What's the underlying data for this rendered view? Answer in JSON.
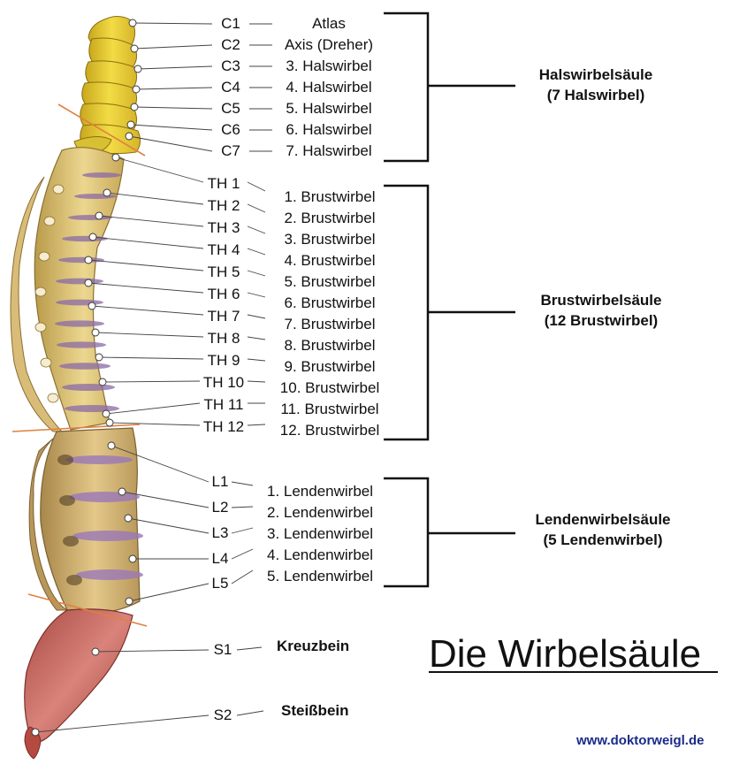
{
  "title": "Die Wirbelsäule",
  "website": "www.doktorweigl.de",
  "colors": {
    "cervical": "#e9d23a",
    "thoracic": "#e2c56a",
    "lumbar": "#d7b870",
    "sacrum": "#c25d56",
    "disc": "#b59ac8",
    "guide_line": "#e08040",
    "url": "#1a2a8a"
  },
  "cervical": {
    "group_name": "Halswirbelsäule",
    "group_count": "(7 Halswirbel)",
    "items": [
      {
        "code": "C1",
        "name": "Atlas"
      },
      {
        "code": "C2",
        "name": "Axis (Dreher)"
      },
      {
        "code": "C3",
        "name": "3. Halswirbel"
      },
      {
        "code": "C4",
        "name": "4. Halswirbel"
      },
      {
        "code": "C5",
        "name": "5. Halswirbel"
      },
      {
        "code": "C6",
        "name": "6. Halswirbel"
      },
      {
        "code": "C7",
        "name": "7. Halswirbel"
      }
    ]
  },
  "thoracic": {
    "group_name": "Brustwirbelsäule",
    "group_count": "(12 Brustwirbel)",
    "items": [
      {
        "code": "TH 1",
        "name": "1. Brustwirbel"
      },
      {
        "code": "TH 2",
        "name": "2. Brustwirbel"
      },
      {
        "code": "TH 3",
        "name": "3. Brustwirbel"
      },
      {
        "code": "TH 4",
        "name": "4. Brustwirbel"
      },
      {
        "code": "TH 5",
        "name": "5. Brustwirbel"
      },
      {
        "code": "TH 6",
        "name": "6. Brustwirbel"
      },
      {
        "code": "TH 7",
        "name": "7. Brustwirbel"
      },
      {
        "code": "TH 8",
        "name": "8. Brustwirbel"
      },
      {
        "code": "TH 9",
        "name": "9. Brustwirbel"
      },
      {
        "code": "TH 10",
        "name": "10. Brustwirbel"
      },
      {
        "code": "TH 11",
        "name": "11. Brustwirbel"
      },
      {
        "code": "TH 12",
        "name": "12. Brustwirbel"
      }
    ]
  },
  "lumbar": {
    "group_name": "Lendenwirbelsäule",
    "group_count": "(5 Lendenwirbel)",
    "items": [
      {
        "code": "L1",
        "name": "1. Lendenwirbel"
      },
      {
        "code": "L2",
        "name": "2. Lendenwirbel"
      },
      {
        "code": "L3",
        "name": "3. Lendenwirbel"
      },
      {
        "code": "L4",
        "name": "4. Lendenwirbel"
      },
      {
        "code": "L5",
        "name": "5. Lendenwirbel"
      }
    ]
  },
  "sacral": {
    "items": [
      {
        "code": "S1",
        "name": "Kreuzbein"
      },
      {
        "code": "S2",
        "name": "Steißbein"
      }
    ]
  }
}
